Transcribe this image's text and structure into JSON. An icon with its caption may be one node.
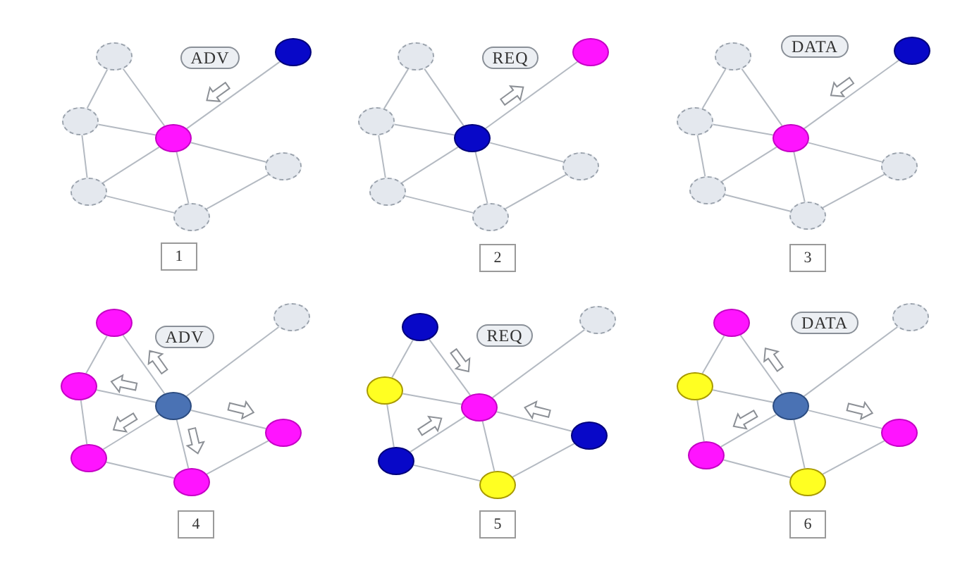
{
  "diagram": {
    "nodes": [
      {
        "text": [],
        "shape": "circle"
      },
      {
        "text": [
          "ADV"
        ]
      },
      {
        "text": [],
        "shape": "circle"
      },
      {
        "text": [],
        "shape": "circle"
      },
      {
        "text": [],
        "shape": "circle"
      },
      {
        "text": [],
        "shape": "circle"
      },
      {
        "text": [],
        "shape": "circle"
      },
      {
        "text": [],
        "shape": "circle"
      },
      {
        "text": [
          "1"
        ]
      },
      {
        "text": [],
        "shape": "circle"
      },
      {
        "text": [
          "REQ"
        ]
      },
      {
        "text": [],
        "shape": "circle"
      },
      {
        "text": [],
        "shape": "circle"
      },
      {
        "text": [],
        "shape": "circle"
      },
      {
        "text": [],
        "shape": "circle"
      },
      {
        "text": [],
        "shape": "circle"
      },
      {
        "text": [],
        "shape": "circle"
      },
      {
        "text": [
          "2"
        ]
      },
      {
        "text": [],
        "shape": "circle"
      },
      {
        "text": [
          "DATA"
        ]
      },
      {
        "text": [],
        "shape": "circle"
      },
      {
        "text": [],
        "shape": "circle"
      },
      {
        "text": [],
        "shape": "circle"
      },
      {
        "text": [],
        "shape": "circle"
      },
      {
        "text": [],
        "shape": "circle"
      },
      {
        "text": [],
        "shape": "circle"
      },
      {
        "text": [
          "3"
        ]
      },
      {
        "text": [],
        "shape": "circle"
      },
      {
        "text": [
          "ADV"
        ]
      },
      {
        "text": [],
        "shape": "circle"
      },
      {
        "text": [],
        "shape": "circle"
      },
      {
        "text": [],
        "shape": "circle"
      },
      {
        "text": [],
        "shape": "circle"
      },
      {
        "text": [],
        "shape": "circle"
      },
      {
        "text": [],
        "shape": "circle"
      },
      {
        "text": [
          "4"
        ]
      },
      {
        "text": [],
        "shape": "circle"
      },
      {
        "text": [
          "REQ"
        ]
      },
      {
        "text": [],
        "shape": "circle"
      },
      {
        "text": [],
        "shape": "circle"
      },
      {
        "text": [],
        "shape": "circle"
      },
      {
        "text": [],
        "shape": "circle"
      },
      {
        "text": [],
        "shape": "circle"
      },
      {
        "text": [],
        "shape": "circle"
      },
      {
        "text": [
          "5"
        ]
      },
      {
        "text": [],
        "shape": "circle"
      },
      {
        "text": [
          "DATA"
        ]
      },
      {
        "text": [],
        "shape": "circle"
      },
      {
        "text": [],
        "shape": "circle"
      },
      {
        "text": [],
        "shape": "circle"
      },
      {
        "text": [],
        "shape": "circle"
      },
      {
        "text": [],
        "shape": "circle"
      },
      {
        "text": [],
        "shape": "circle"
      },
      {
        "text": [
          "6"
        ]
      }
    ],
    "edges": [
      {
        "from": 0,
        "to": 3,
        "arrow": "none"
      },
      {
        "from": 0,
        "to": 4,
        "arrow": "none"
      },
      {
        "from": 3,
        "to": 4,
        "arrow": "none"
      },
      {
        "from": 3,
        "to": 6,
        "arrow": "none"
      },
      {
        "from": 6,
        "to": 4,
        "arrow": "none"
      },
      {
        "from": 6,
        "to": 7,
        "arrow": "none"
      },
      {
        "from": 4,
        "to": 7,
        "arrow": "none"
      },
      {
        "from": 4,
        "to": 5,
        "arrow": "none"
      },
      {
        "from": 5,
        "to": 7,
        "arrow": "none"
      },
      {
        "from": 4,
        "to": 2,
        "arrow": "none"
      },
      {
        "from": 9,
        "to": 12,
        "arrow": "none"
      },
      {
        "from": 9,
        "to": 13,
        "arrow": "none"
      },
      {
        "from": 12,
        "to": 13,
        "arrow": "none"
      },
      {
        "from": 12,
        "to": 15,
        "arrow": "none"
      },
      {
        "from": 15,
        "to": 13,
        "arrow": "none"
      },
      {
        "from": 15,
        "to": 16,
        "arrow": "none"
      },
      {
        "from": 13,
        "to": 16,
        "arrow": "none"
      },
      {
        "from": 13,
        "to": 14,
        "arrow": "none"
      },
      {
        "from": 14,
        "to": 16,
        "arrow": "none"
      },
      {
        "from": 13,
        "to": 11,
        "arrow": "none"
      },
      {
        "from": 18,
        "to": 21,
        "arrow": "none"
      },
      {
        "from": 18,
        "to": 22,
        "arrow": "none"
      },
      {
        "from": 21,
        "to": 22,
        "arrow": "none"
      },
      {
        "from": 21,
        "to": 24,
        "arrow": "none"
      },
      {
        "from": 24,
        "to": 22,
        "arrow": "none"
      },
      {
        "from": 24,
        "to": 25,
        "arrow": "none"
      },
      {
        "from": 22,
        "to": 25,
        "arrow": "none"
      },
      {
        "from": 22,
        "to": 23,
        "arrow": "none"
      },
      {
        "from": 23,
        "to": 25,
        "arrow": "none"
      },
      {
        "from": 22,
        "to": 20,
        "arrow": "none"
      },
      {
        "from": 27,
        "to": 30,
        "arrow": "none"
      },
      {
        "from": 27,
        "to": 31,
        "arrow": "none"
      },
      {
        "from": 30,
        "to": 31,
        "arrow": "none"
      },
      {
        "from": 30,
        "to": 33,
        "arrow": "none"
      },
      {
        "from": 33,
        "to": 31,
        "arrow": "none"
      },
      {
        "from": 33,
        "to": 34,
        "arrow": "none"
      },
      {
        "from": 31,
        "to": 34,
        "arrow": "none"
      },
      {
        "from": 31,
        "to": 32,
        "arrow": "none"
      },
      {
        "from": 32,
        "to": 34,
        "arrow": "none"
      },
      {
        "from": 31,
        "to": 29,
        "arrow": "none"
      },
      {
        "from": 36,
        "to": 39,
        "arrow": "none"
      },
      {
        "from": 36,
        "to": 40,
        "arrow": "none"
      },
      {
        "from": 39,
        "to": 40,
        "arrow": "none"
      },
      {
        "from": 39,
        "to": 42,
        "arrow": "none"
      },
      {
        "from": 42,
        "to": 40,
        "arrow": "none"
      },
      {
        "from": 42,
        "to": 43,
        "arrow": "none"
      },
      {
        "from": 40,
        "to": 43,
        "arrow": "none"
      },
      {
        "from": 40,
        "to": 41,
        "arrow": "none"
      },
      {
        "from": 41,
        "to": 43,
        "arrow": "none"
      },
      {
        "from": 40,
        "to": 38,
        "arrow": "none"
      },
      {
        "from": 45,
        "to": 48,
        "arrow": "none"
      },
      {
        "from": 45,
        "to": 49,
        "arrow": "none"
      },
      {
        "from": 48,
        "to": 49,
        "arrow": "none"
      },
      {
        "from": 48,
        "to": 51,
        "arrow": "none"
      },
      {
        "from": 51,
        "to": 49,
        "arrow": "none"
      },
      {
        "from": 51,
        "to": 52,
        "arrow": "none"
      },
      {
        "from": 49,
        "to": 52,
        "arrow": "none"
      },
      {
        "from": 49,
        "to": 50,
        "arrow": "none"
      },
      {
        "from": 50,
        "to": 52,
        "arrow": "none"
      },
      {
        "from": 49,
        "to": 47,
        "arrow": "none"
      },
      {
        "from": 2,
        "to": 4,
        "arrow": "to"
      },
      {
        "from": 13,
        "to": 11,
        "arrow": "to"
      },
      {
        "from": 20,
        "to": 22,
        "arrow": "to"
      },
      {
        "from": 31,
        "to": 27,
        "arrow": "to"
      },
      {
        "from": 31,
        "to": 30,
        "arrow": "to"
      },
      {
        "from": 31,
        "to": 33,
        "arrow": "to"
      },
      {
        "from": 31,
        "to": 34,
        "arrow": "to"
      },
      {
        "from": 31,
        "to": 32,
        "arrow": "to"
      },
      {
        "from": 36,
        "to": 40,
        "arrow": "to"
      },
      {
        "from": 42,
        "to": 40,
        "arrow": "to"
      },
      {
        "from": 41,
        "to": 40,
        "arrow": "to"
      },
      {
        "from": 49,
        "to": 45,
        "arrow": "to"
      },
      {
        "from": 49,
        "to": 51,
        "arrow": "to"
      },
      {
        "from": 49,
        "to": 50,
        "arrow": "to"
      }
    ]
  }
}
